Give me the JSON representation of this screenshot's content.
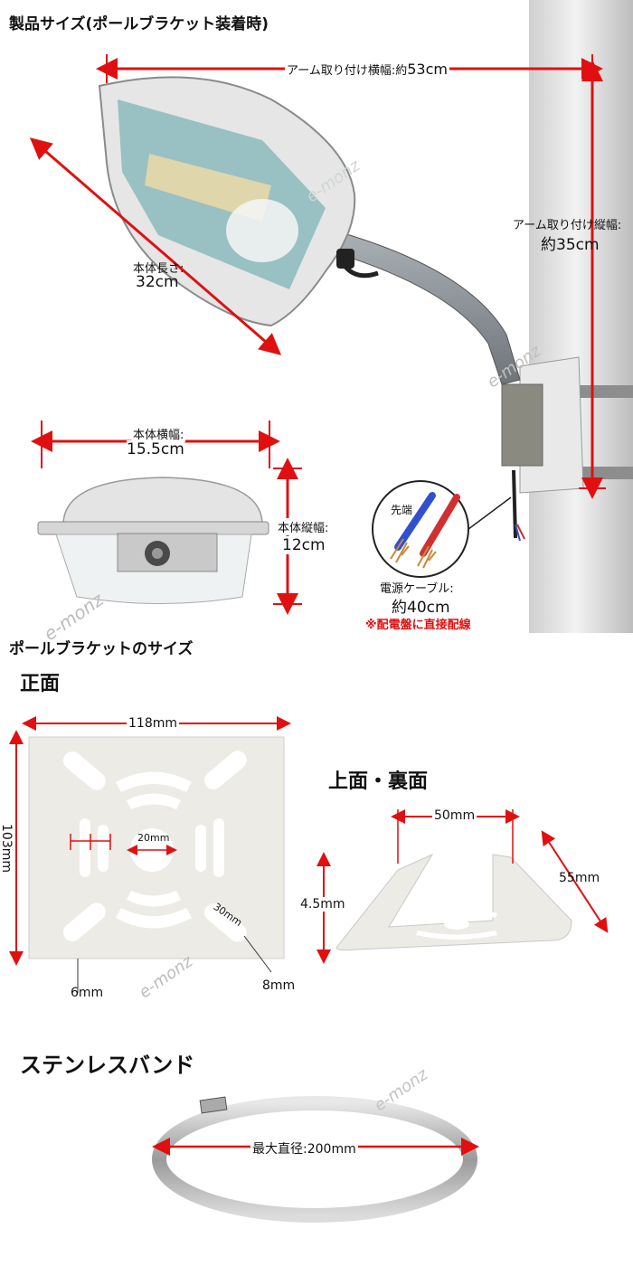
{
  "headings": {
    "product_size": "製品サイズ(ポールブラケット装着時)",
    "bracket_size": "ポールブラケットのサイズ",
    "front": "正面",
    "top_back": "上面・裏面",
    "band": "ステンレスバンド"
  },
  "dims": {
    "arm_width_label": "アーム取り付け横幅:約",
    "arm_width_value": "53cm",
    "arm_height_label": "アーム取り付け縦幅:",
    "arm_height_value": "約35cm",
    "body_length_label": "本体長さ:",
    "body_length_value": "32cm",
    "body_width_label": "本体横幅:",
    "body_width_value": "15.5cm",
    "body_height_label": "本体縦幅:",
    "body_height_value": "12cm",
    "cable_tip": "先端",
    "cable_label": "電源ケーブル:",
    "cable_value": "約40cm",
    "cable_note": "※配電盤に直接配線",
    "plate_width": "118mm",
    "plate_height": "103mm",
    "center_hole": "20mm",
    "slot_length": "30mm",
    "slot_gap": "6mm",
    "slot_width": "8mm",
    "top_width": "50mm",
    "side_length": "55mm",
    "thickness": "4.5mm",
    "band_max": "最大直径:",
    "band_value": "200mm"
  },
  "watermark": "e-monz",
  "colors": {
    "dim_red": "#e01010",
    "label_red": "#e01010",
    "glass_blue": "#7fb3b5"
  }
}
